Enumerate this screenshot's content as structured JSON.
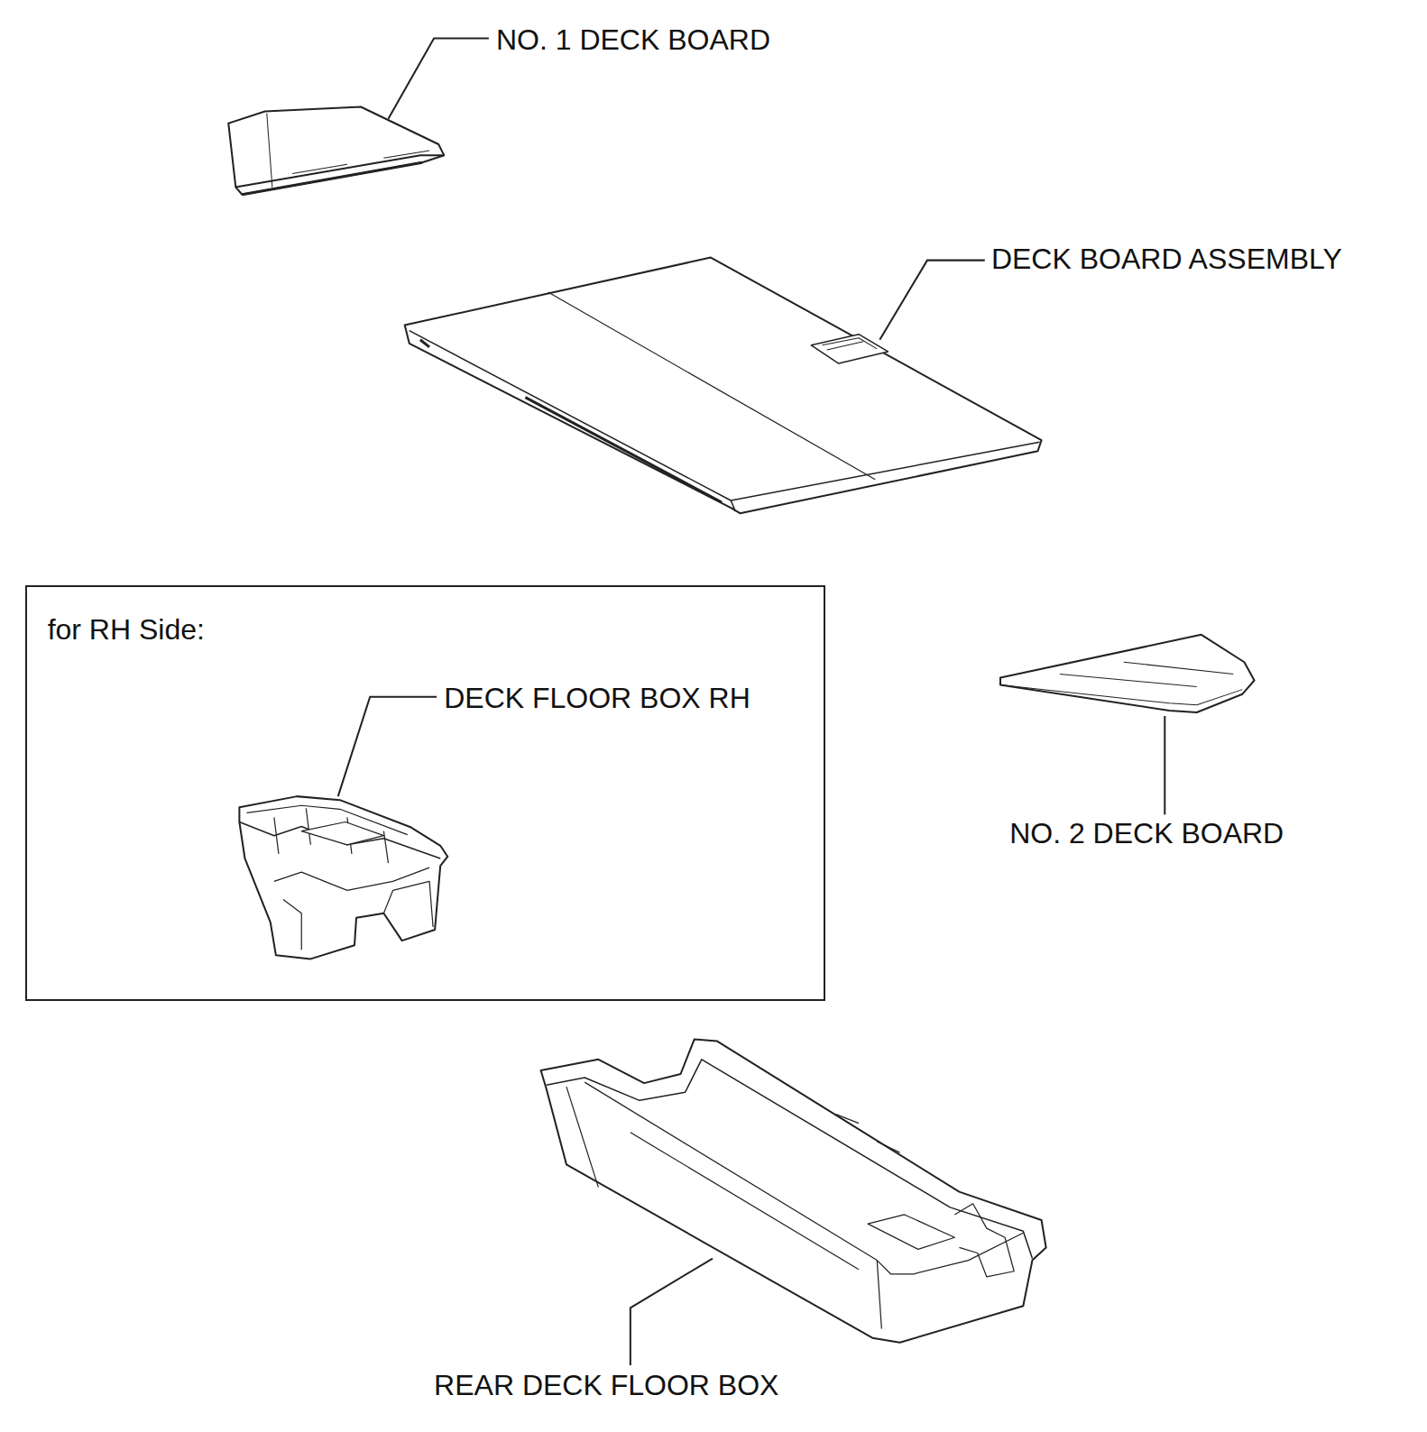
{
  "diagram": {
    "nodes": [
      {
        "text": [
          "for RH Side:",
          "DECK FLOOR BOX RH"
        ]
      }
    ],
    "labels": [
      "NO. 1 DECK BOARD",
      "DECK BOARD ASSEMBLY",
      "NO. 2 DECK BOARD",
      "REAR DECK FLOOR BOX"
    ]
  }
}
